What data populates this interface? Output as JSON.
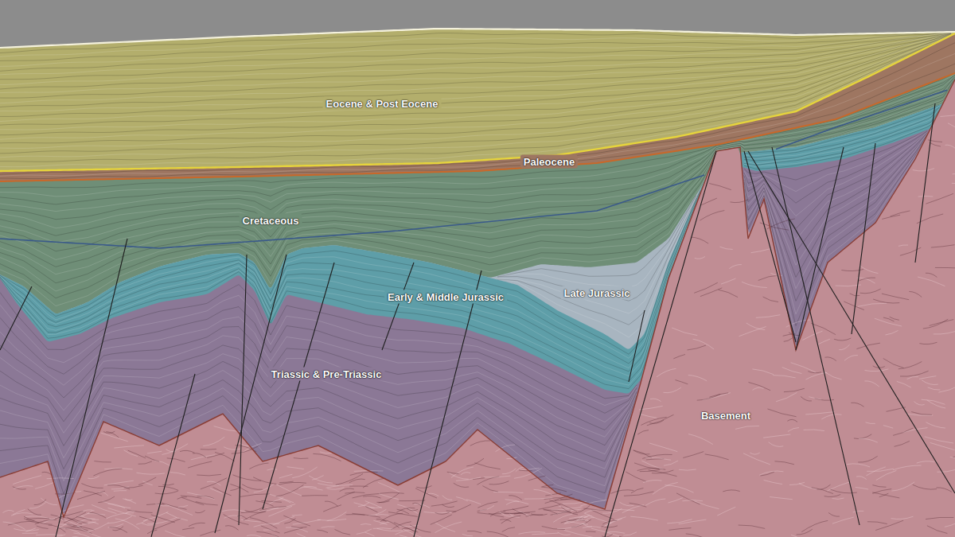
{
  "diagram": {
    "labels": [
      "Eocene & Post Eocene",
      "Paleocene",
      "Cretaceous",
      "Early & Middle Jurassic",
      "Late Jurassic",
      "Triassic & Pre-Triassic",
      "Basement"
    ]
  }
}
